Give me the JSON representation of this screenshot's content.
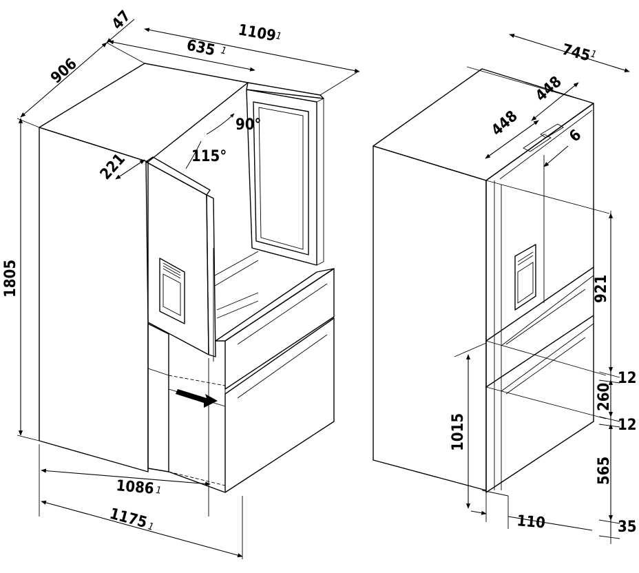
{
  "left_view": {
    "dims": {
      "depth_open": "47",
      "depth": "906",
      "door_open_width": "635",
      "total_open_width": "1109",
      "door_swing": "221",
      "height": "1805",
      "width_open_1": "1086",
      "width_open_2": "1175"
    },
    "angles": {
      "wide": "90°",
      "narrow": "115°"
    },
    "note_marks": {
      "m635": "1",
      "m1109": "1",
      "m1086": "1",
      "m1175": "1"
    }
  },
  "right_view": {
    "dims": {
      "width": "745",
      "door_left": "448",
      "door_right": "448",
      "gap": "6",
      "upper_section": "921",
      "gap_upper": "12",
      "drawer_upper": "260",
      "gap_lower": "12",
      "drawer_lower": "565",
      "plinth": "35",
      "handle_height": "1015",
      "plinth_depth": "110"
    },
    "note_marks": {
      "m745": "1"
    }
  }
}
